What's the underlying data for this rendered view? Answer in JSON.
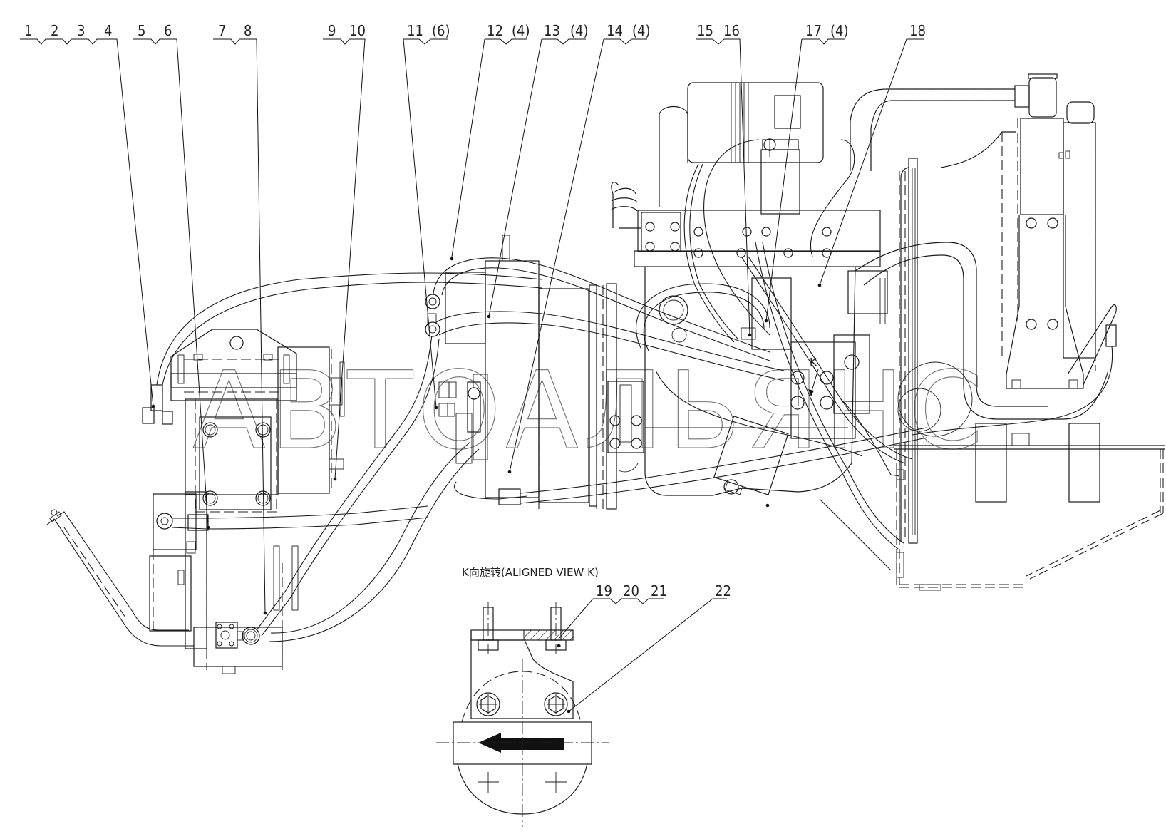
{
  "drawing": {
    "title": "Engine, hydraulic pump and hose arrangement",
    "callouts": [
      {
        "id": "1",
        "label": "1"
      },
      {
        "id": "2",
        "label": "2"
      },
      {
        "id": "3",
        "label": "3"
      },
      {
        "id": "4",
        "label": "4"
      },
      {
        "id": "5",
        "label": "5"
      },
      {
        "id": "6",
        "label": "6"
      },
      {
        "id": "7",
        "label": "7"
      },
      {
        "id": "8",
        "label": "8"
      },
      {
        "id": "9",
        "label": "9"
      },
      {
        "id": "10",
        "label": "10"
      },
      {
        "id": "11",
        "label": "11",
        "qty": "(6)"
      },
      {
        "id": "12",
        "label": "12",
        "qty": "(4)"
      },
      {
        "id": "13",
        "label": "13",
        "qty": "(4)"
      },
      {
        "id": "14",
        "label": "14",
        "qty": "(4)"
      },
      {
        "id": "15",
        "label": "15"
      },
      {
        "id": "16",
        "label": "16"
      },
      {
        "id": "17",
        "label": "17",
        "qty": "(4)"
      },
      {
        "id": "18",
        "label": "18"
      },
      {
        "id": "19",
        "label": "19"
      },
      {
        "id": "20",
        "label": "20"
      },
      {
        "id": "21",
        "label": "21"
      },
      {
        "id": "22",
        "label": "22"
      }
    ],
    "view_arrow_label": "K",
    "detail_view": {
      "title": "K向旋转(ALIGNED VIEW K)"
    },
    "watermark": "АВТОАЛЬЯНС"
  }
}
